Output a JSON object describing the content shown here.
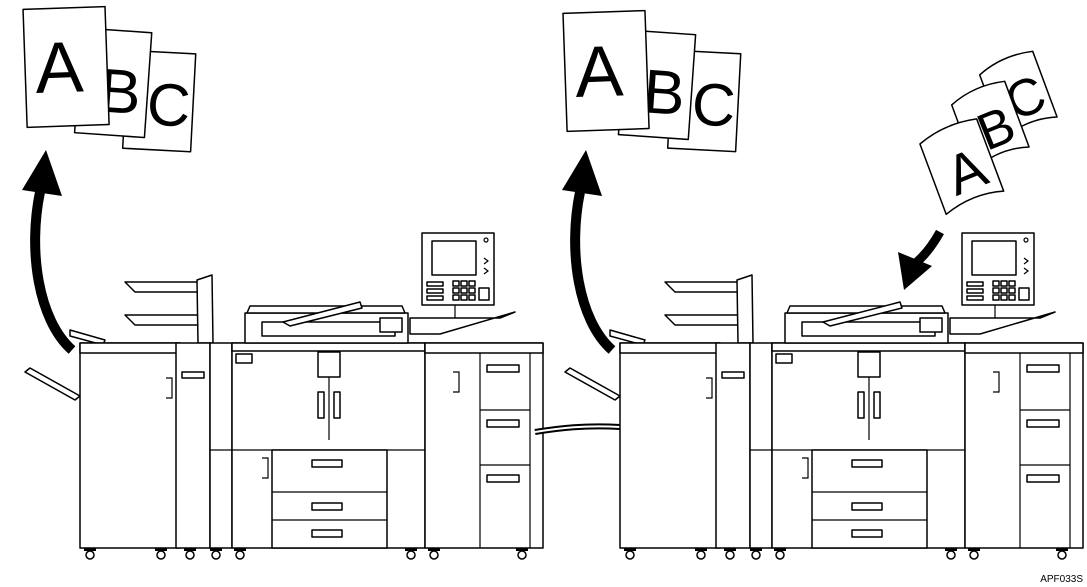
{
  "sheets": {
    "left": [
      "A",
      "B",
      "C"
    ],
    "right": [
      "A",
      "B",
      "C"
    ],
    "right_input": [
      "A",
      "B",
      "C"
    ]
  },
  "figure_code": "APF033S"
}
